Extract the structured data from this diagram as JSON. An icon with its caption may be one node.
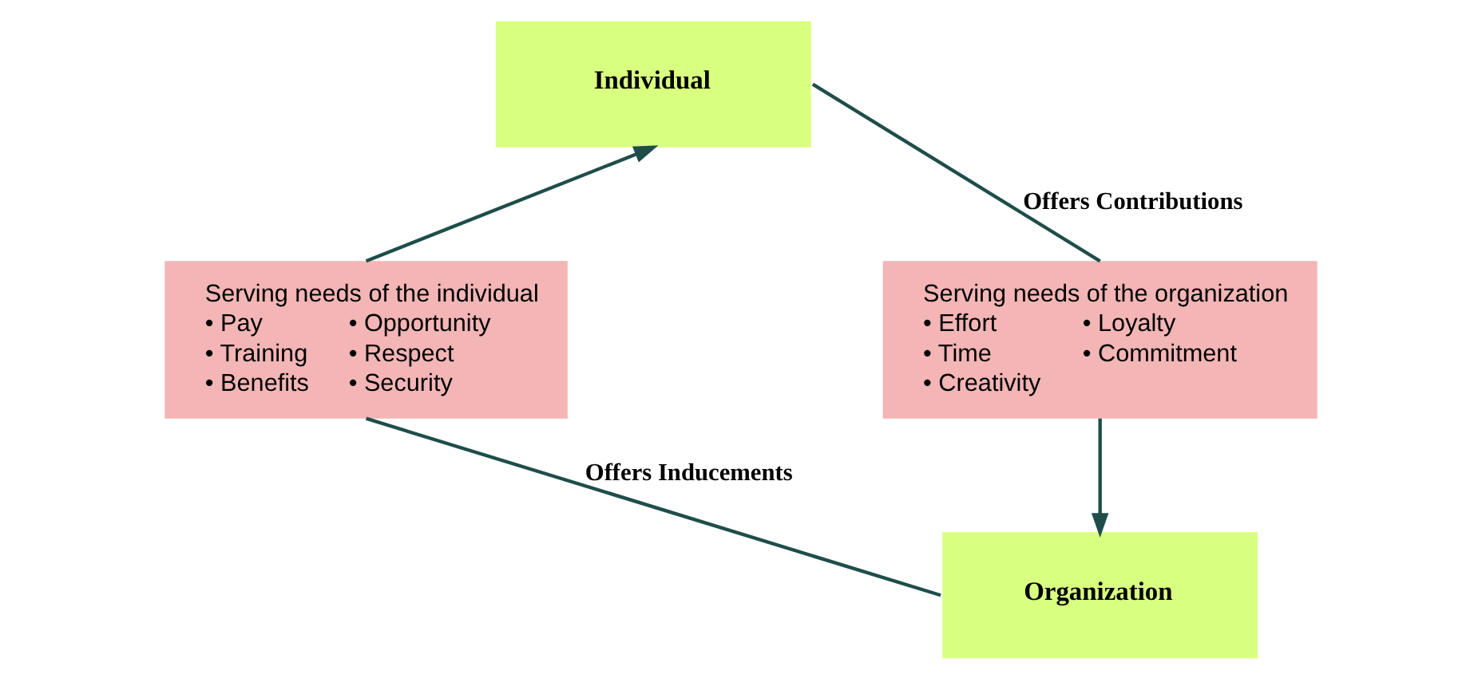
{
  "diagram": {
    "nodes": [
      {
        "text": [
          "Individual"
        ]
      },
      {
        "text": [
          "Serving needs of the individual",
          "• Pay",
          "• Opportunity",
          "• Training",
          "• Respect",
          "• Benefits",
          "• Security"
        ]
      },
      {
        "text": [
          "Serving needs of the organization",
          "• Effort",
          "• Loyalty",
          "• Time",
          "• Commitment",
          "• Creativity"
        ]
      },
      {
        "text": [
          "Organization"
        ]
      }
    ],
    "edges": [
      {
        "from": 0,
        "to": 2,
        "arrow": "none",
        "label": "Offers Contributions"
      },
      {
        "from": 2,
        "to": 3,
        "arrow": "to"
      },
      {
        "from": 3,
        "to": 1,
        "arrow": "none",
        "label": "Offers Inducements"
      },
      {
        "from": 1,
        "to": 0,
        "arrow": "to"
      }
    ]
  }
}
